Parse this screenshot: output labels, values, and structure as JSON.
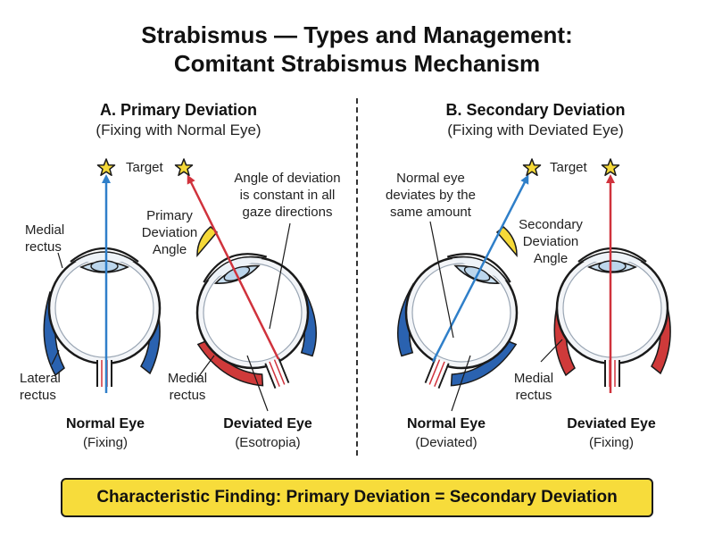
{
  "title_line1": "Strabismus — Types and Management:",
  "title_line2": "Comitant Strabismus Mechanism",
  "panel_a": {
    "title": "A. Primary Deviation",
    "subtitle": "(Fixing with Normal Eye)",
    "target_label": "Target",
    "angle_label": [
      "Primary",
      "Deviation",
      "Angle"
    ],
    "note": [
      "Angle of deviation",
      "is constant in all",
      "gaze directions"
    ],
    "medial_rectus_top": [
      "Medial",
      "rectus"
    ],
    "lateral_rectus": [
      "Lateral",
      "rectus"
    ],
    "medial_rectus_bottom": [
      "Medial",
      "rectus"
    ],
    "left_eye_name": "Normal Eye",
    "left_eye_sub": "(Fixing)",
    "right_eye_name": "Deviated Eye",
    "right_eye_sub": "(Esotropia)"
  },
  "panel_b": {
    "title": "B. Secondary Deviation",
    "subtitle": "(Fixing with Deviated Eye)",
    "target_label": "Target",
    "note": [
      "Normal eye",
      "deviates by the",
      "same amount"
    ],
    "angle_label": [
      "Secondary",
      "Deviation",
      "Angle"
    ],
    "medial_rectus": [
      "Medial",
      "rectus"
    ],
    "left_eye_name": "Normal Eye",
    "left_eye_sub": "(Deviated)",
    "right_eye_name": "Deviated Eye",
    "right_eye_sub": "(Fixing)"
  },
  "finding": "Characteristic Finding: Primary Deviation = Secondary Deviation",
  "colors": {
    "normal_axis": "#2f7fc9",
    "deviated_axis": "#d0323c",
    "angle_fill": "#f5d938",
    "muscle_blue": "#2a62b0",
    "muscle_red": "#cf3a3a",
    "star": "#f5d938"
  }
}
